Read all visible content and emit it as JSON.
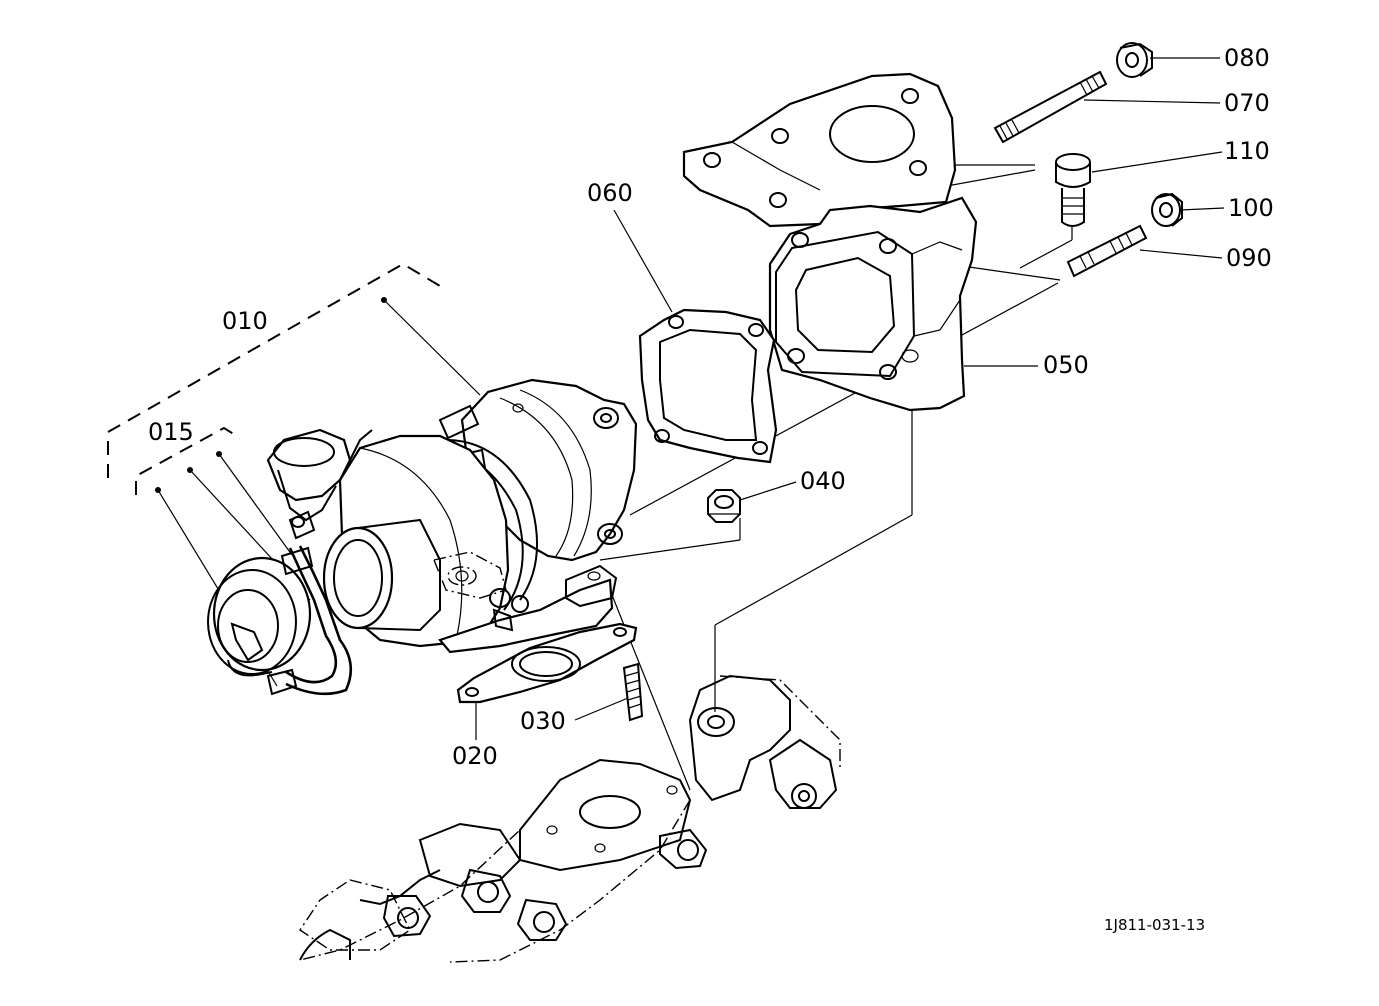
{
  "diagram": {
    "drawing_code": "1J811-031-13",
    "labels": {
      "p010": "010",
      "p015": "015",
      "p020": "020",
      "p030": "030",
      "p040": "040",
      "p050": "050",
      "p060": "060",
      "p070": "070",
      "p080": "080",
      "p090": "090",
      "p100": "100",
      "p110": "110"
    }
  }
}
